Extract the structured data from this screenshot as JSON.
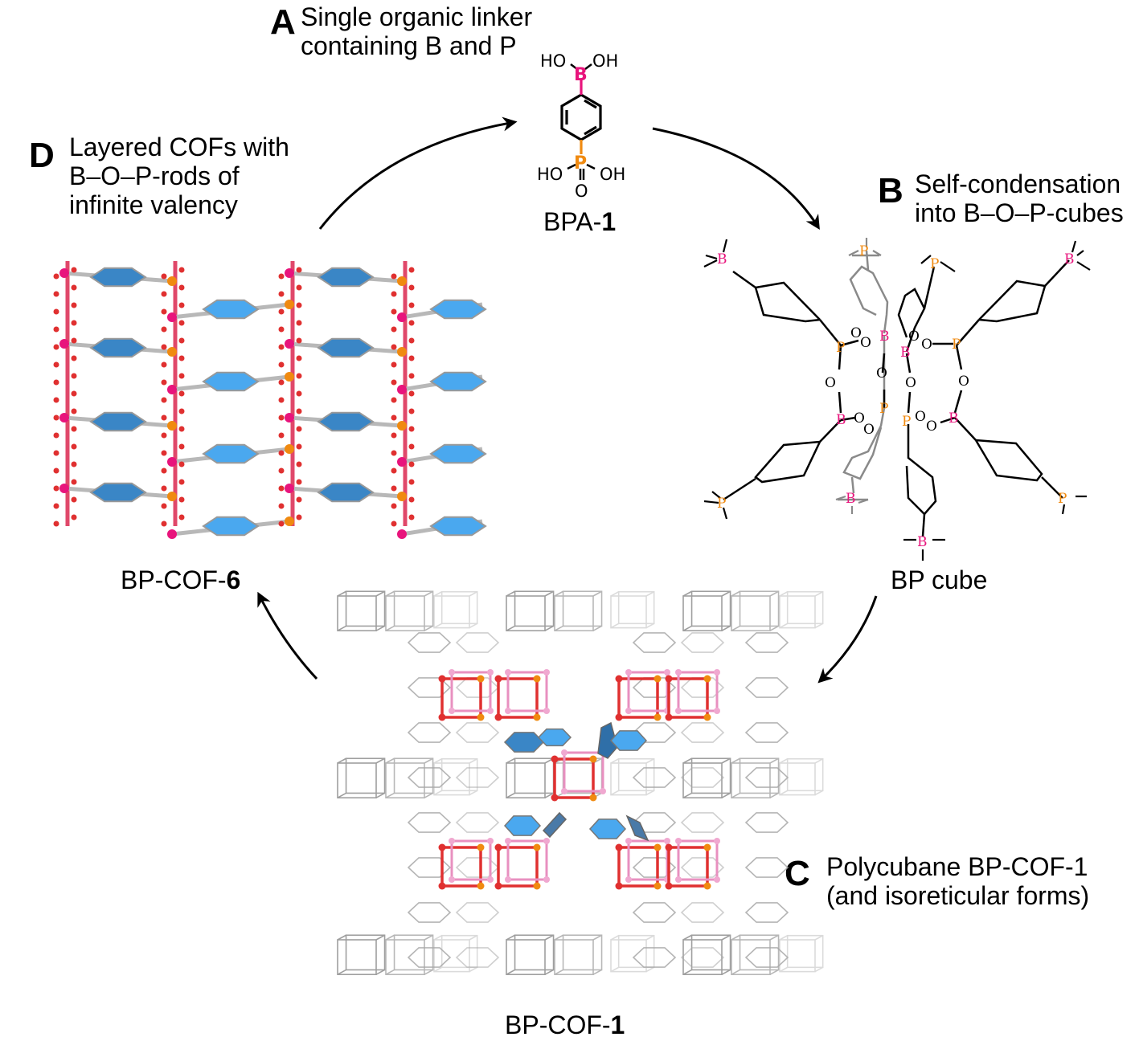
{
  "colors": {
    "boron": "#e8147c",
    "phosphorus": "#f08a10",
    "oxygen": "#e03030",
    "ring_dark": "#3a86c6",
    "ring_light": "#4aa8ef",
    "wire": "#b8b8b8"
  },
  "panel_a": {
    "letter": "A",
    "line1": "Single organic linker",
    "line2": "containing B and P"
  },
  "panel_b": {
    "letter": "B",
    "line1": "Self-condensation",
    "line2": "into B–O–P-cubes"
  },
  "panel_c": {
    "letter": "C",
    "line1": "Polycubane BP-COF-1",
    "line2": "(and isoreticular forms)"
  },
  "panel_d": {
    "letter": "D",
    "line1": "Layered COFs with",
    "line2": "B–O–P-rods of",
    "line3": "infinite valency"
  },
  "captions": {
    "bpa": {
      "text": "BPA-",
      "bold": "1"
    },
    "cube": {
      "text": "BP cube"
    },
    "cof1": {
      "text": "BP-COF-",
      "bold": "1"
    },
    "cof6": {
      "text": "BP-COF-",
      "bold": "6"
    }
  },
  "molecule": {
    "ho_left": "HO",
    "oh_right": "OH",
    "boron": "B",
    "phosphorus": "P",
    "ho_p": "HO",
    "oh_p": "OH",
    "oxygen": "O"
  },
  "cube_atoms": {
    "b": "B",
    "p": "P",
    "o": "O"
  }
}
